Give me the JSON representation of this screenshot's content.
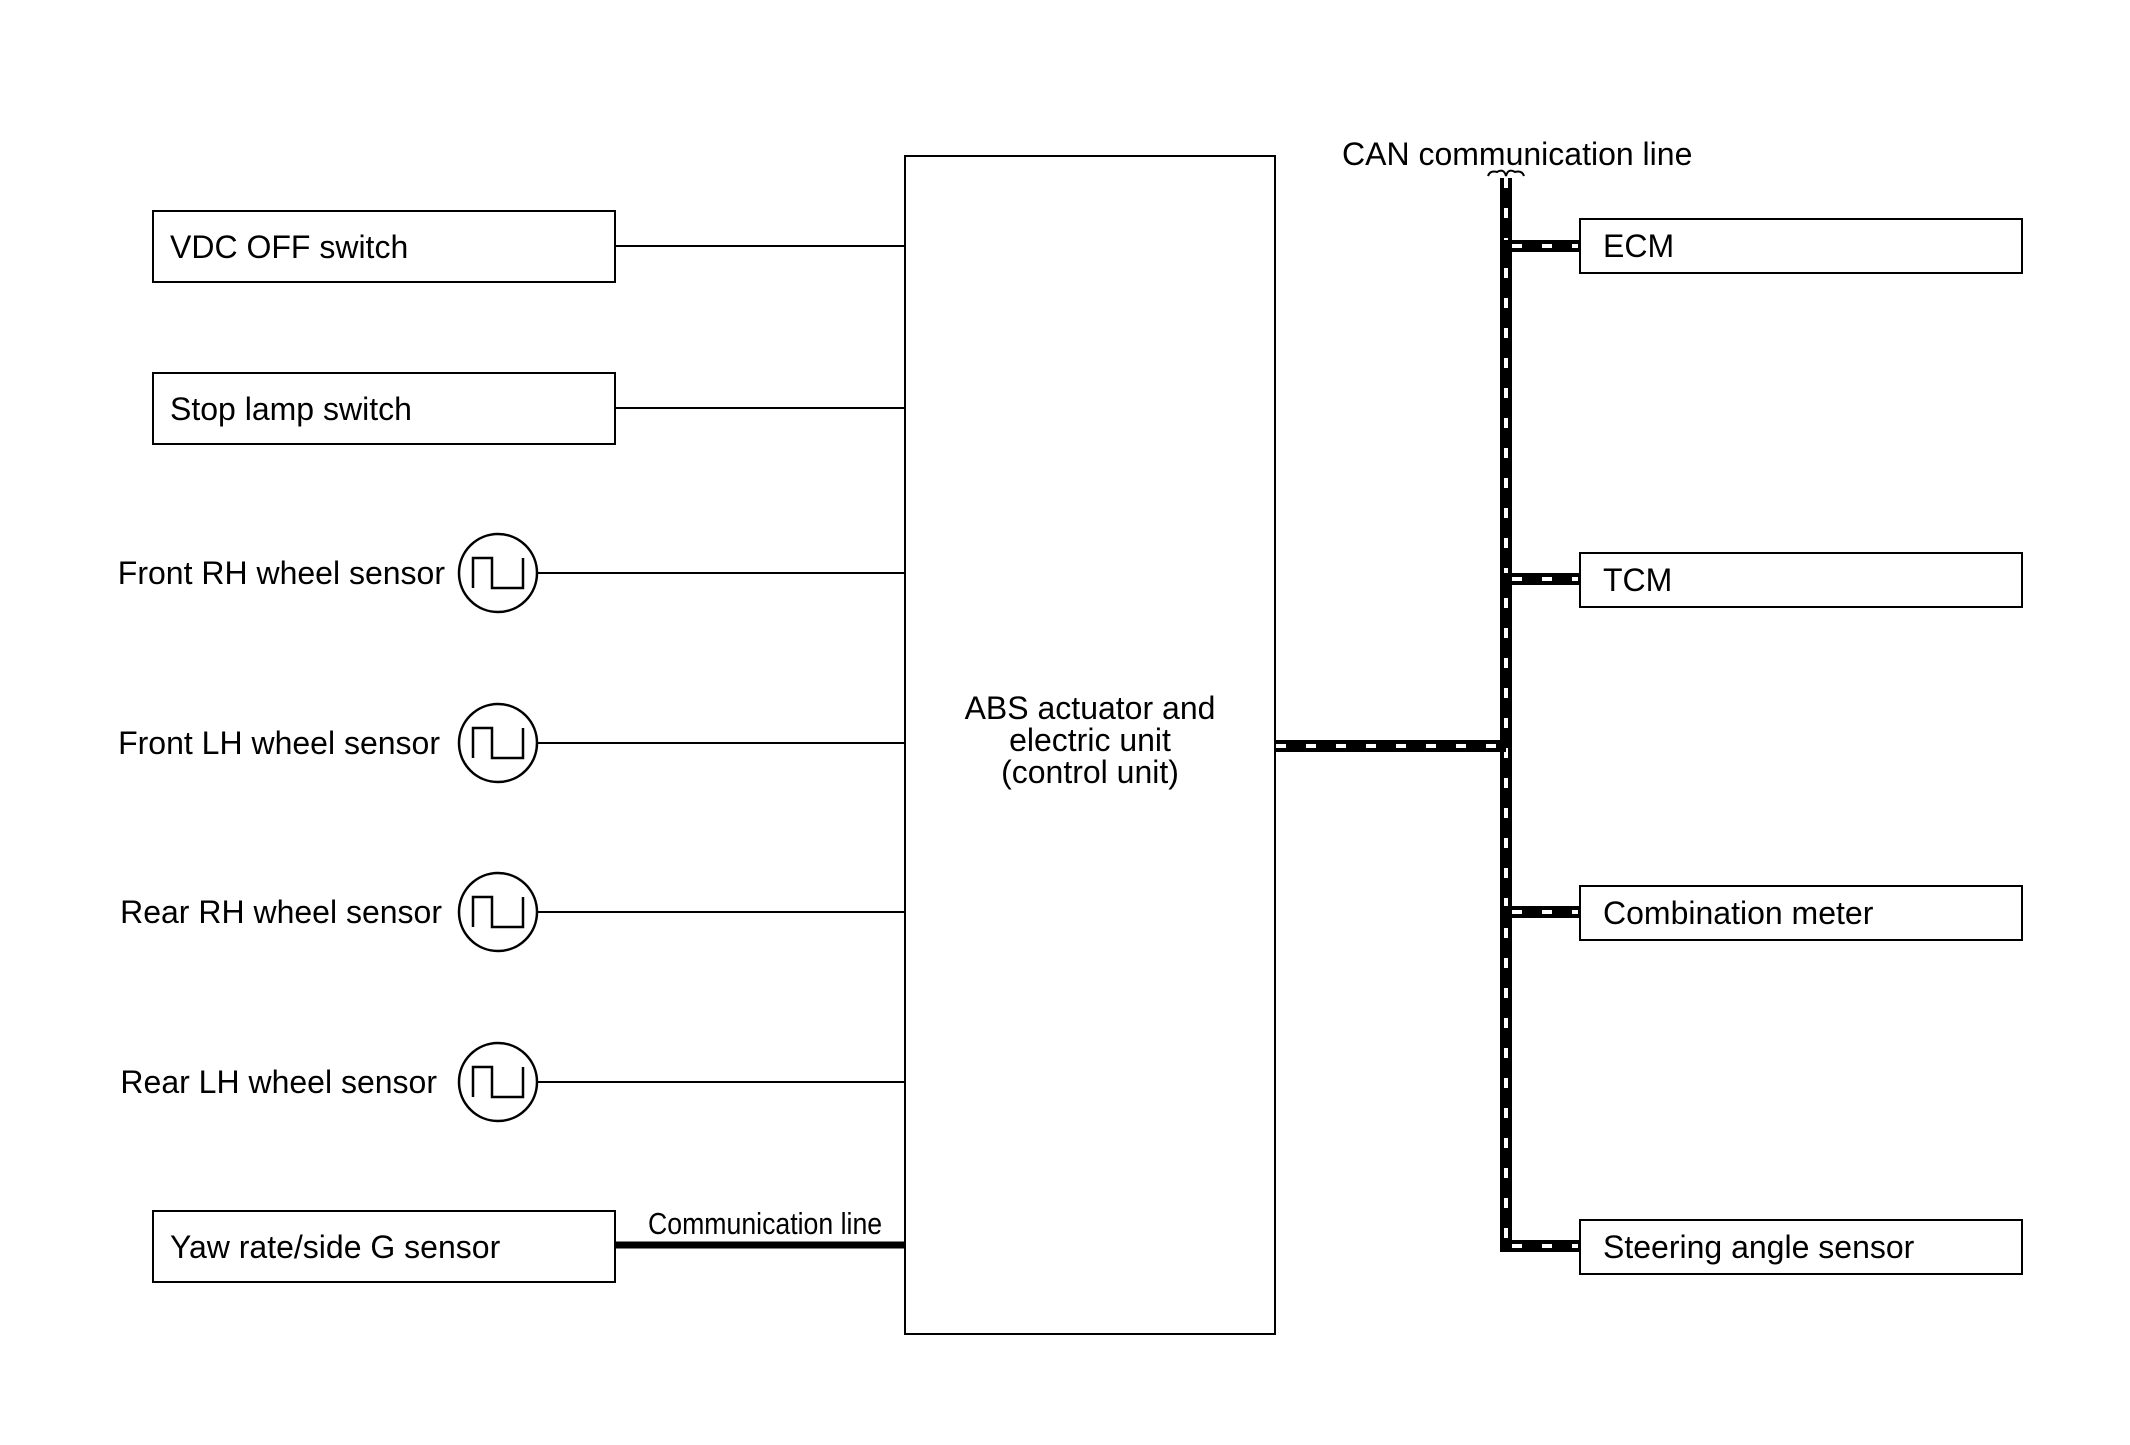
{
  "inputs": {
    "vdc_off_switch": "VDC OFF switch",
    "stop_lamp_switch": "Stop lamp switch",
    "front_rh_sensor": "Front RH wheel sensor",
    "front_lh_sensor": "Front LH wheel sensor",
    "rear_rh_sensor": "Rear RH wheel sensor",
    "rear_lh_sensor": "Rear LH wheel sensor",
    "yaw_rate_sensor": "Yaw rate/side G sensor",
    "communication_line": "Communication line"
  },
  "control_unit": {
    "line1": "ABS actuator and",
    "line2": "electric unit",
    "line3": "(control unit)"
  },
  "can_bus": {
    "label": "CAN communication line",
    "nodes": [
      "ECM",
      "TCM",
      "Combination meter",
      "Steering angle sensor"
    ]
  }
}
